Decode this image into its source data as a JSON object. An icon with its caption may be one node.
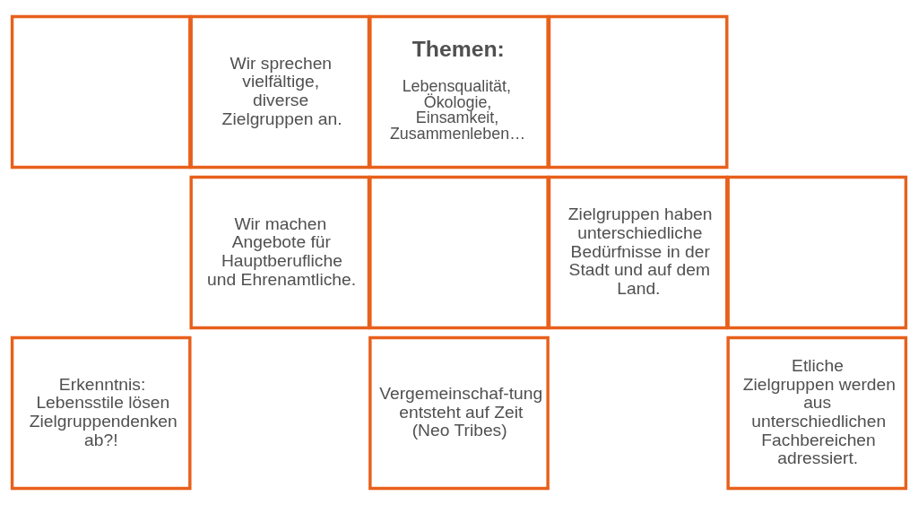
{
  "diagram": {
    "nodes": [
      {
        "text": [],
        "shape": "box"
      },
      {
        "text": [
          "Wir sprechen vielfältige, diverse Zielgruppen an."
        ]
      },
      {
        "text": [
          "Themen:",
          "Lebensqualität, Ökologie, Einsamkeit, Zusammenleben…"
        ]
      },
      {
        "text": [],
        "shape": "box"
      },
      {
        "text": [
          "Wir machen Angebote für Hauptberufliche und Ehrenamtliche."
        ]
      },
      {
        "text": [],
        "shape": "box"
      },
      {
        "text": [
          "Zielgruppen haben unterschiedliche Bedürfnisse in der Stadt und auf dem Land."
        ]
      },
      {
        "text": [],
        "shape": "box"
      },
      {
        "text": [
          "Erkenntnis: Lebensstile lösen Zielgruppendenken ab?!"
        ]
      },
      {
        "text": [
          "Vergemeinschaf-tung entsteht auf Zeit (Neo Tribes)"
        ]
      },
      {
        "text": [
          "Etliche Zielgruppen werden aus unterschiedlichen Fachbereichen adressiert."
        ]
      }
    ],
    "edges": []
  }
}
